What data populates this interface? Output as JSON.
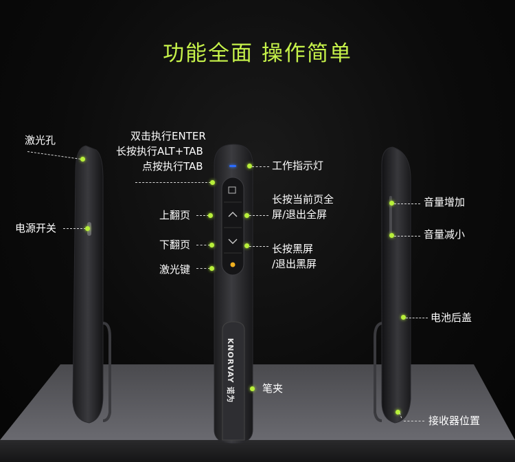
{
  "title": "功能全面 操作简单",
  "labels": {
    "laser_hole": "激光孔",
    "power_switch": "电源开关",
    "double_click": "双击执行ENTER",
    "long_press_alt_tab": "长按执行ALT+TAB",
    "click_tab": "点按执行TAB",
    "page_up": "上翻页",
    "page_down": "下翻页",
    "laser_key": "激光键",
    "indicator_light": "工作指示灯",
    "fullscreen_line1": "长按当前页全",
    "fullscreen_line2": "屏/退出全屏",
    "blackscreen_line1": "长按黑屏",
    "blackscreen_line2": "/退出黑屏",
    "pen_clip": "笔夹",
    "volume_up": "音量增加",
    "volume_down": "音量减小",
    "battery_cover": "电池后盖",
    "receiver_position": "接收器位置"
  },
  "brand_text": "KNORVAY 诺为",
  "colors": {
    "accent": "#c6f24a",
    "dot": "#b8f03a",
    "indicator": "#2b6cff",
    "background": "#0b0b0b"
  }
}
